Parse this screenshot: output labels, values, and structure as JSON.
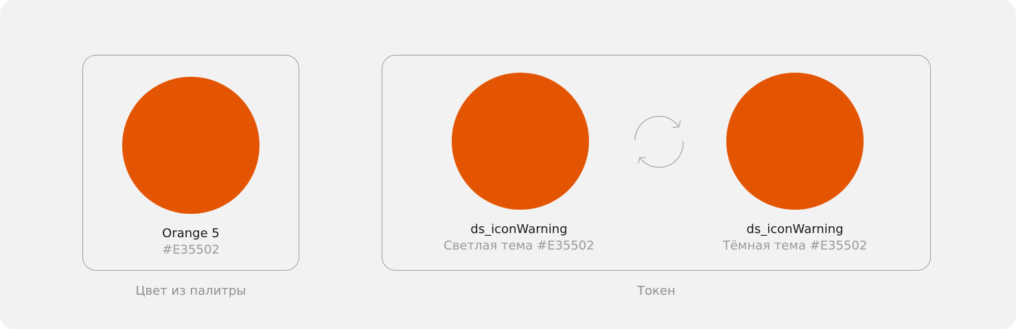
{
  "palette": {
    "name": "Orange 5",
    "hex": "#E35502",
    "caption": "Цвет из палитры"
  },
  "token": {
    "light": {
      "name": "ds_iconWarning",
      "description": "Светлая тема #E35502"
    },
    "dark": {
      "name": "ds_iconWarning",
      "description": "Тёмная тема #E35502"
    },
    "caption": "Токен"
  },
  "colors": {
    "swatch": "#E35502",
    "background": "#F2F2F2",
    "border": "#9E9E9E"
  },
  "icons": {
    "swap": "swap-arrows-icon"
  }
}
